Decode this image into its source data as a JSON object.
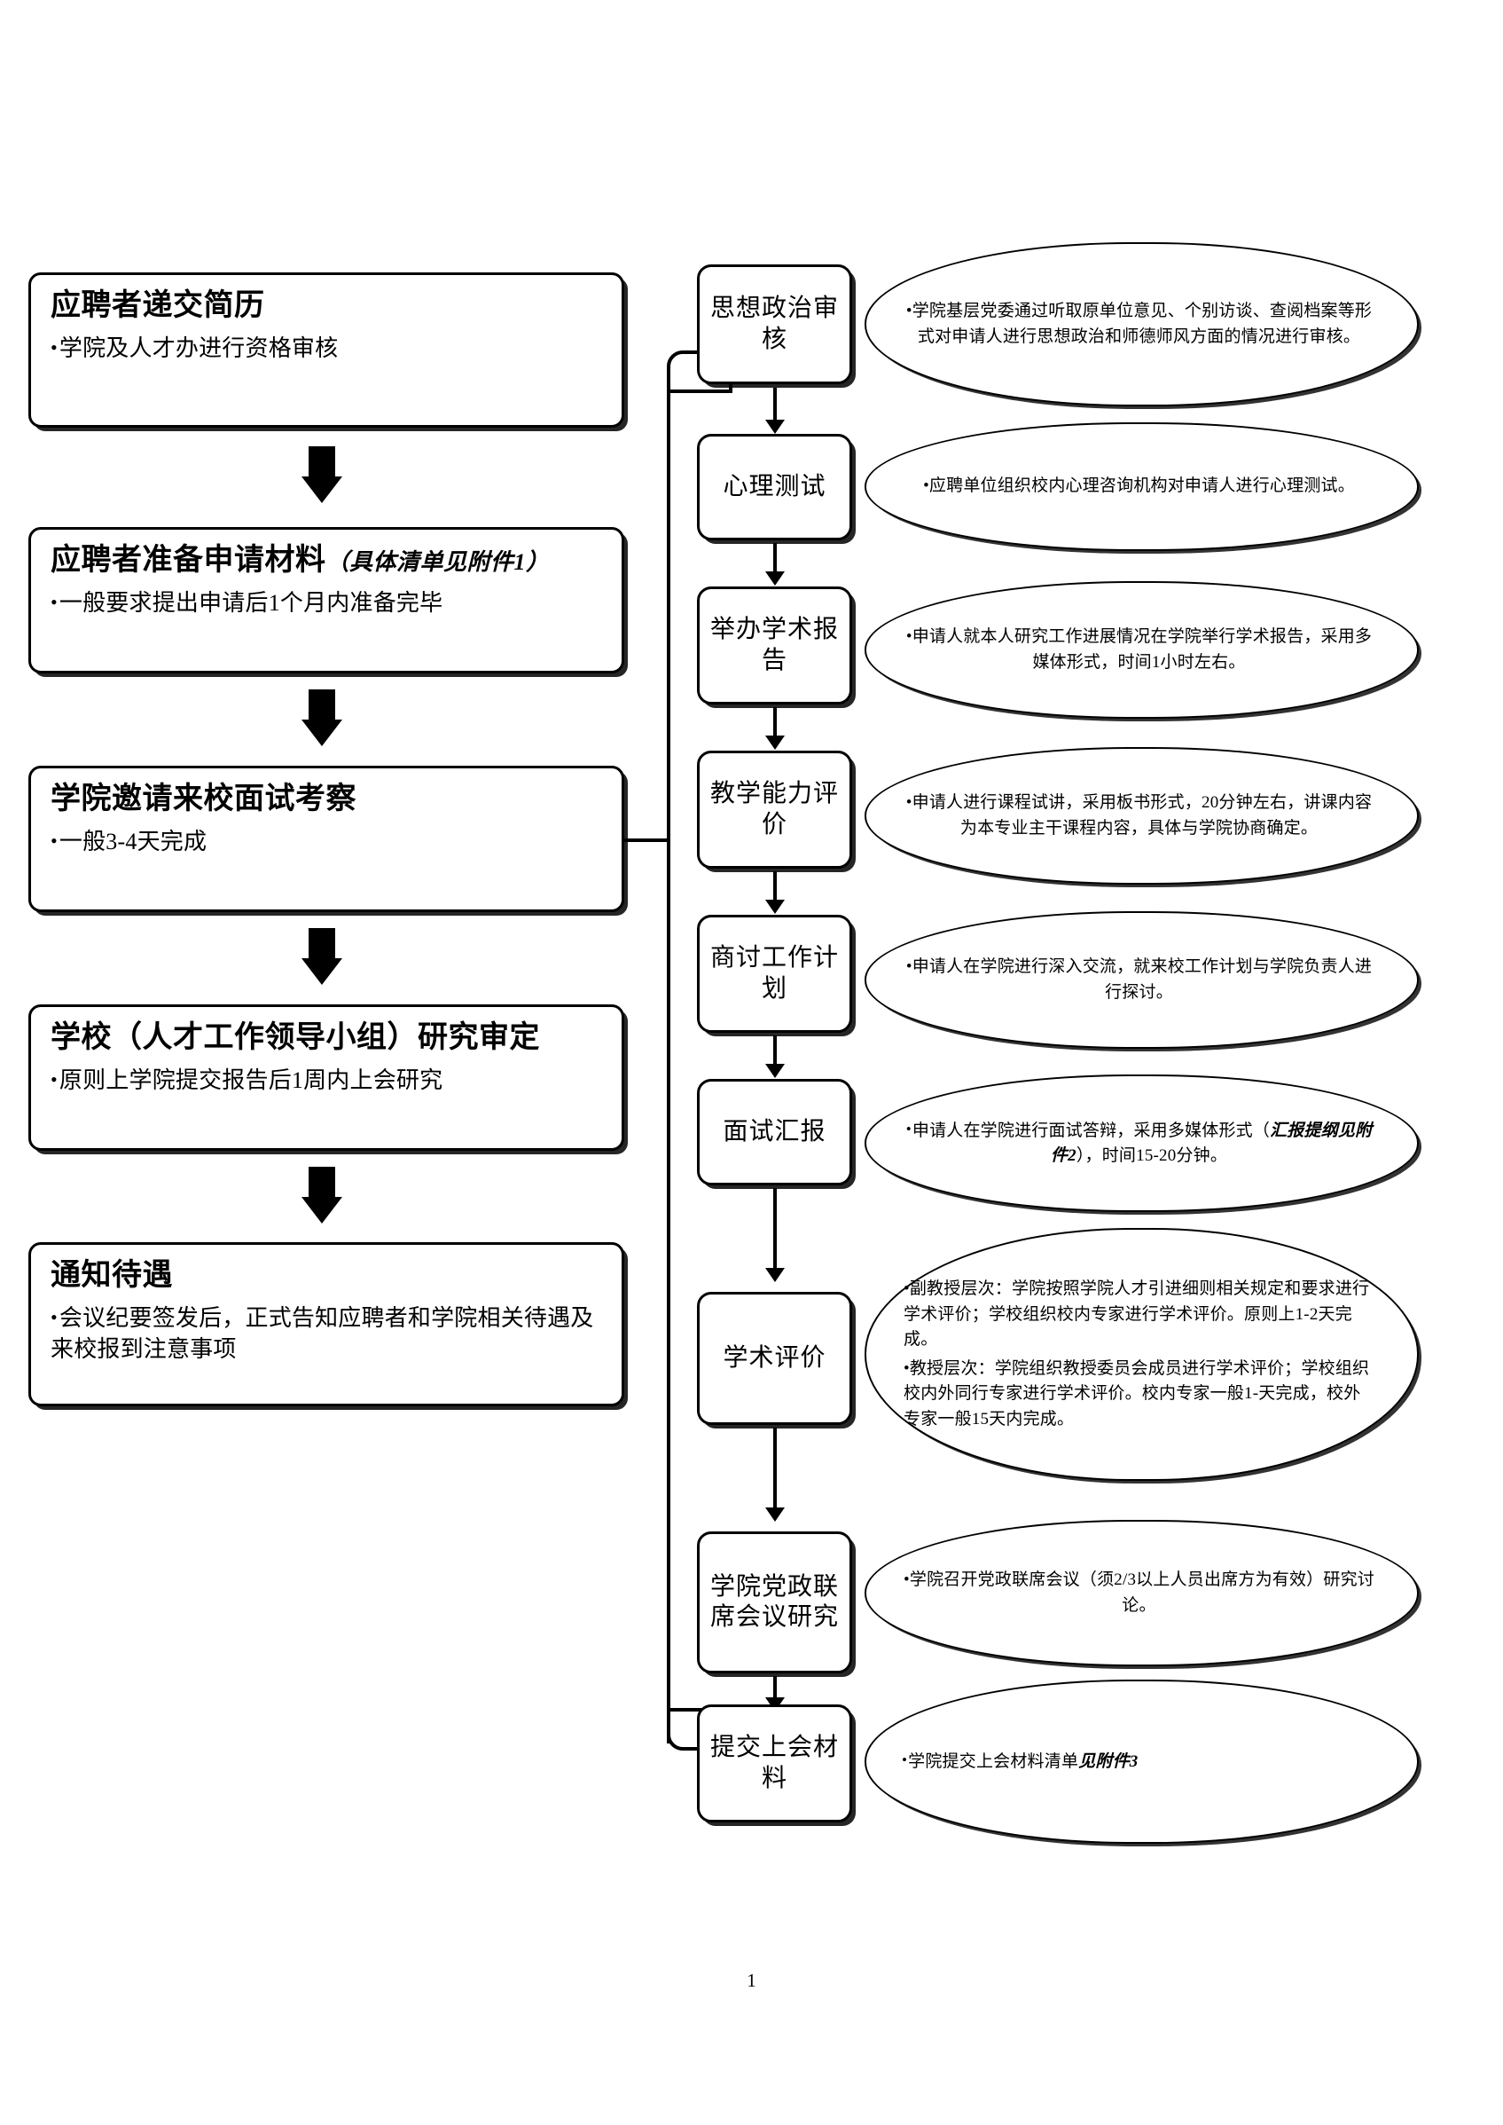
{
  "document": {
    "page_number": "1"
  },
  "main_steps": [
    {
      "title": "应聘者递交简历",
      "title_note": "",
      "bullets": [
        "学院及人才办进行资格审核"
      ]
    },
    {
      "title": "应聘者准备申请材料",
      "title_note": "（具体清单见附件1）",
      "bullets": [
        "一般要求提出申请后1个月内准备完毕"
      ]
    },
    {
      "title": "学院邀请来校面试考察",
      "title_note": "",
      "bullets": [
        "一般3-4天完成"
      ]
    },
    {
      "title": "学校（人才工作领导小组）研究审定",
      "title_note": "",
      "bullets": [
        "原则上学院提交报告后1周内上会研究"
      ]
    },
    {
      "title": "通知待遇",
      "title_note": "",
      "bullets": [
        "会议纪要签发后，正式告知应聘者和学院相关待遇及来校报到注意事项"
      ]
    }
  ],
  "sub_steps": [
    {
      "label": "思想政治审核",
      "note_lines": [
        "•学院基层党委通过听取原单位意见、个别访谈、查阅档案等形式对申请人进行思想政治和师德师风方面的情况进行审核。"
      ]
    },
    {
      "label": "心理测试",
      "note_lines": [
        "•应聘单位组织校内心理咨询机构对申请人进行心理测试。"
      ]
    },
    {
      "label": "举办学术报告",
      "note_lines": [
        "•申请人就本人研究工作进展情况在学院举行学术报告，采用多媒体形式，时间1小时左右。"
      ]
    },
    {
      "label": "教学能力评价",
      "note_lines": [
        "•申请人进行课程试讲，采用板书形式，20分钟左右，讲课内容为本专业主干课程内容，具体与学院协商确定。"
      ]
    },
    {
      "label": "商讨工作计划",
      "note_lines": [
        "•申请人在学院进行深入交流，就来校工作计划与学院负责人进行探讨。"
      ]
    },
    {
      "label": "面试汇报",
      "note_lines": [
        "•申请人在学院进行面试答辩，采用多媒体形式（汇报提纲见附件2），时间15-20分钟。"
      ],
      "emphasis": "汇报提纲见附件2"
    },
    {
      "label": "学术评价",
      "note_lines": [
        "•副教授层次：学院按照学院人才引进细则相关规定和要求进行学术评价；学校组织校内专家进行学术评价。原则上1-2天完成。",
        "•教授层次：学院组织教授委员会成员进行学术评价；学校组织校内外同行专家进行学术评价。校内专家一般1-天完成，校外专家一般15天内完成。"
      ]
    },
    {
      "label": "学院党政联席会议研究",
      "note_lines": [
        "•学院召开党政联席会议（须2/3以上人员出席方为有效）研究讨论。"
      ]
    },
    {
      "label": "提交上会材料",
      "note_lines": [
        "•学院提交上会材料清单见附件3"
      ],
      "emphasis": "见附件3"
    }
  ]
}
